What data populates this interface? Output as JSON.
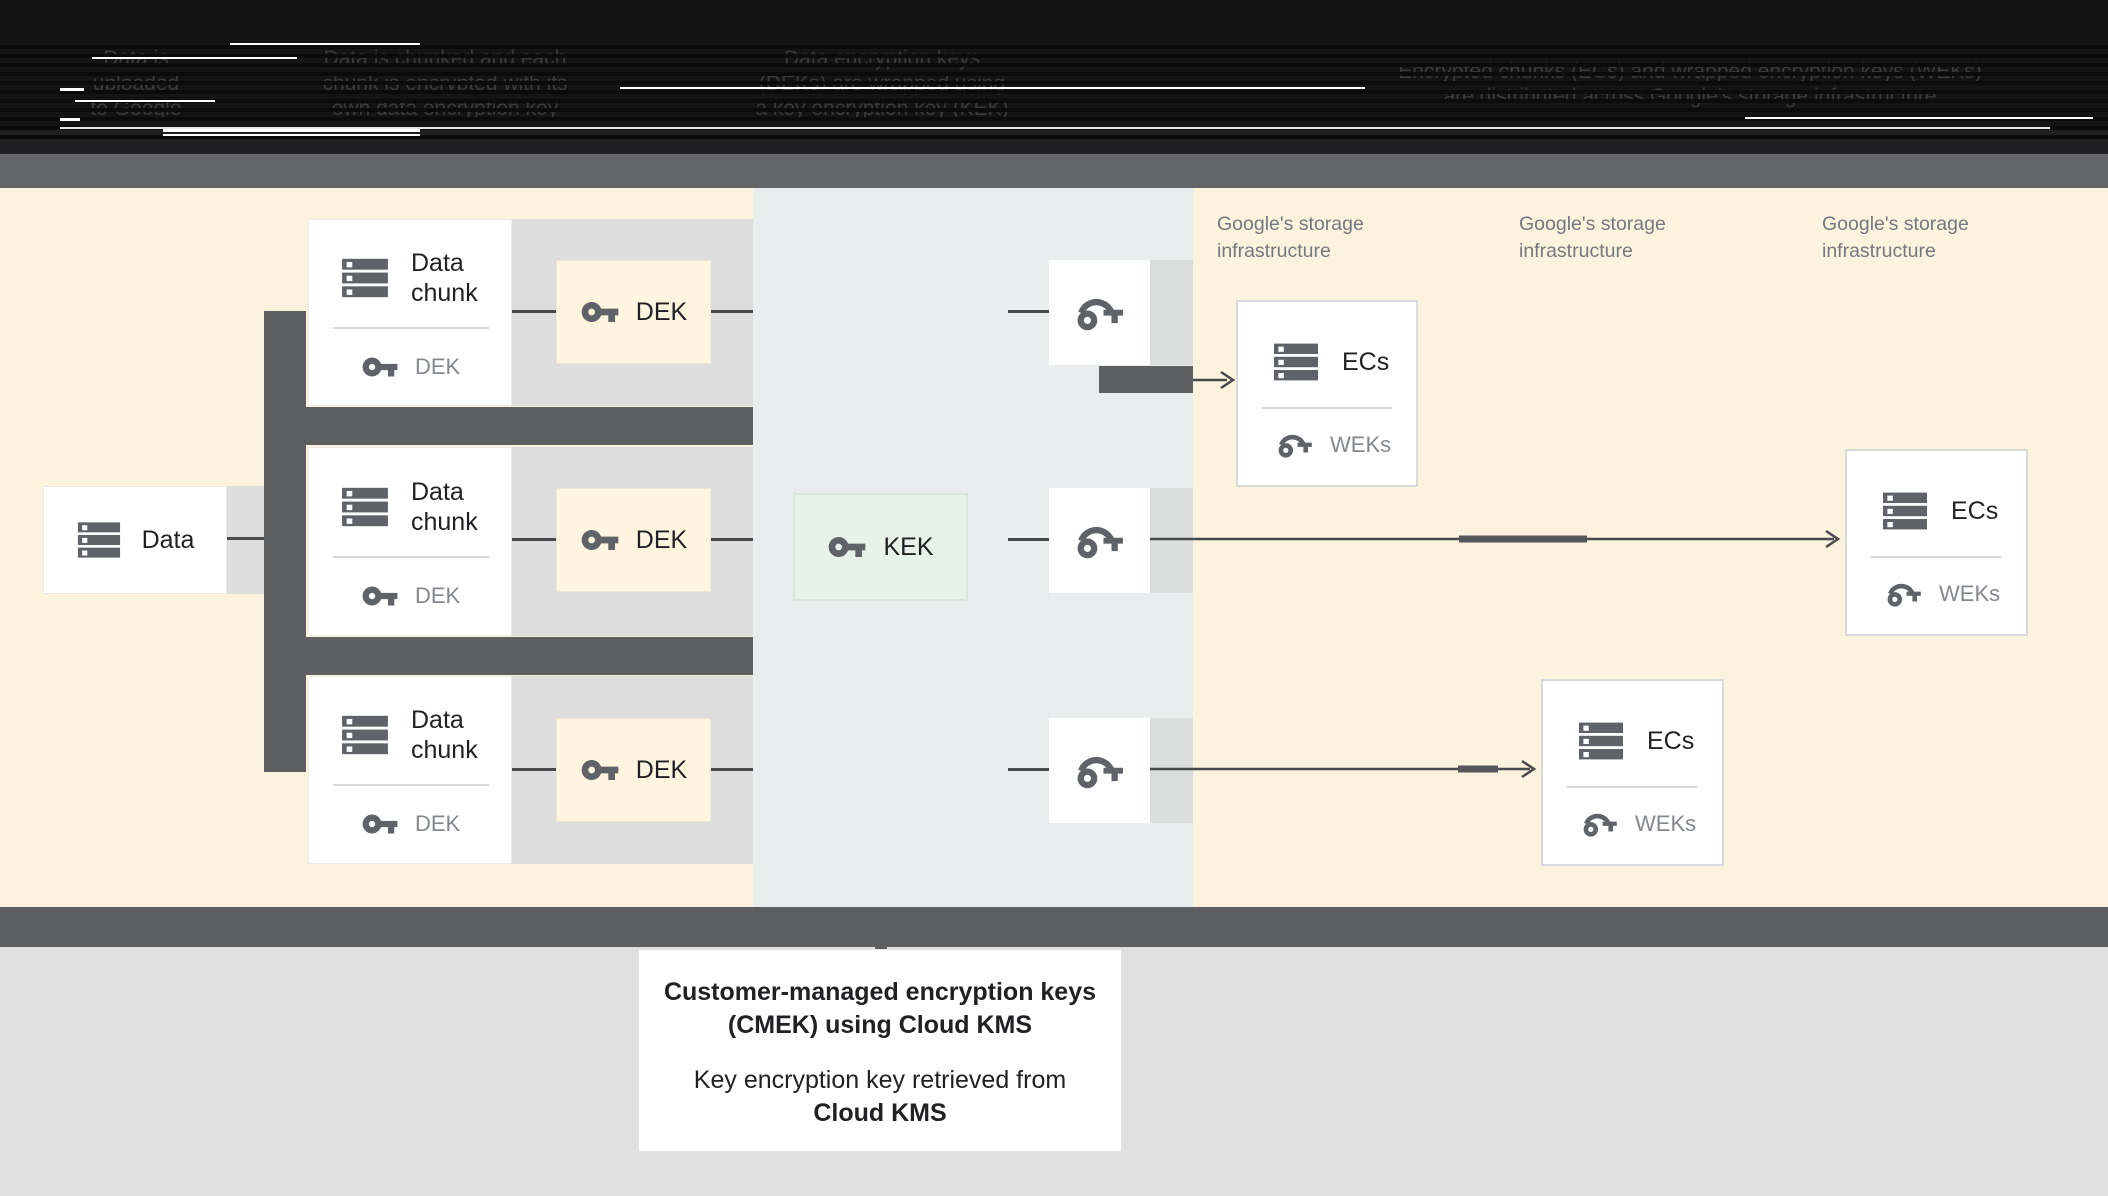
{
  "header": {
    "columns": [
      {
        "lines": [
          "Data is",
          "uploaded",
          "to Google"
        ]
      },
      {
        "lines": [
          "Data is chunked and each",
          "chunk is encrypted with its",
          "own data encryption key"
        ]
      },
      {
        "lines": [
          "Data encryption keys",
          "(DEKs) are wrapped using",
          "a key encryption key (KEK)"
        ]
      },
      {
        "lines": [
          "Encrypted chunks (ECs) and wrapped encryption keys (WEKs)",
          "are distributed across Google's storage infrastructure"
        ]
      }
    ]
  },
  "diagram": {
    "data_box": {
      "label": "Data"
    },
    "chunk_box": {
      "title_line1": "Data",
      "title_line2": "chunk",
      "key_label": "DEK"
    },
    "dek_box": {
      "label": "DEK"
    },
    "kek_box": {
      "label": "KEK"
    },
    "storage_label": {
      "line1": "Google's storage",
      "line2": "infrastructure"
    },
    "ec_box": {
      "title": "ECs",
      "key_label": "WEKs"
    }
  },
  "footer": {
    "title_line1": "Customer-managed encryption keys",
    "title_line2": "(CMEK) using Cloud KMS",
    "body_line1": "Key encryption key retrieved from",
    "body_line2": "Cloud KMS"
  },
  "colors": {
    "cream": "#FBF3DD",
    "midzone": "#E9EDEE",
    "dark": "#5E5F61",
    "band": "#DDDDDD",
    "keyband": "#DCDEDE",
    "line": "#47494B",
    "kekfill": "#E6F2EA",
    "kekborder": "#D7E7DC",
    "dekfill": "#FDF5DF",
    "icon": "#5F6368",
    "graytext": "#84888C",
    "label": "#75797D",
    "bar": "#646567",
    "banner": "#141414",
    "ghost": "#3A3A3C",
    "bottombg": "#E0E0E0",
    "boxborder": "#D8DADC",
    "ink": "#202124"
  }
}
